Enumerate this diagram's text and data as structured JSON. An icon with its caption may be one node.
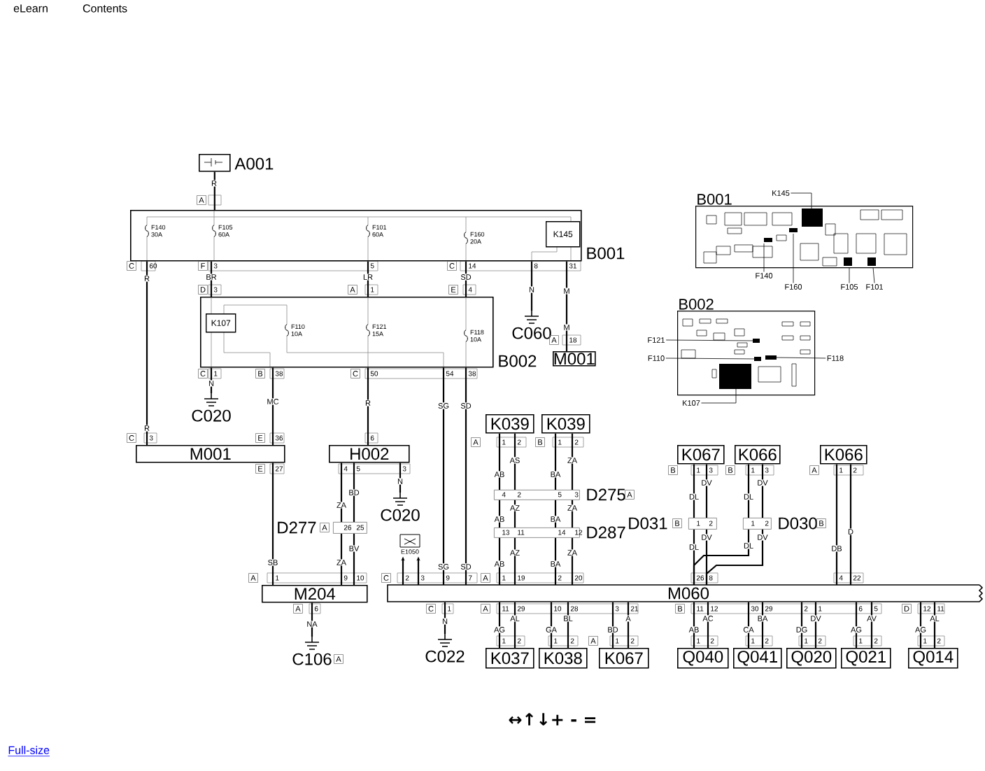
{
  "diagram": {
    "nodes": [
      {
        "text": [
          "A001"
        ]
      },
      {
        "text": [
          "B001"
        ]
      },
      {
        "text": [
          "F140 30A"
        ],
        "in": 1
      },
      {
        "text": [
          "F105 60A"
        ],
        "in": 1
      },
      {
        "text": [
          "F101 60A"
        ],
        "in": 1
      },
      {
        "text": [
          "F160 20A"
        ],
        "in": 1
      },
      {
        "text": [
          "K145"
        ],
        "in": 1
      },
      {
        "text": [
          "B002"
        ]
      },
      {
        "text": [
          "K107"
        ],
        "in": 7
      },
      {
        "text": [
          "F110 10A"
        ],
        "in": 7
      },
      {
        "text": [
          "F121 15A"
        ],
        "in": 7
      },
      {
        "text": [
          "F118 10A"
        ],
        "in": 7
      },
      {
        "text": [
          "C060"
        ]
      },
      {
        "text": [
          "M001"
        ]
      },
      {
        "text": [
          "C020"
        ]
      },
      {
        "text": [
          "M001"
        ]
      },
      {
        "text": [
          "H002"
        ]
      },
      {
        "text": [
          "C020"
        ]
      },
      {
        "text": [
          "D277"
        ]
      },
      {
        "text": [
          "M204"
        ]
      },
      {
        "text": [
          "C106"
        ]
      },
      {
        "text": [
          "E1050"
        ]
      },
      {
        "text": [
          "M060"
        ]
      },
      {
        "text": [
          "C022"
        ]
      },
      {
        "text": [
          "K039"
        ]
      },
      {
        "text": [
          "K039"
        ]
      },
      {
        "text": [
          "D275"
        ]
      },
      {
        "text": [
          "D287"
        ]
      },
      {
        "text": [
          "K067"
        ]
      },
      {
        "text": [
          "K066"
        ]
      },
      {
        "text": [
          "K066"
        ]
      },
      {
        "text": [
          "D031"
        ]
      },
      {
        "text": [
          "D030"
        ]
      },
      {
        "text": [
          "K037"
        ]
      },
      {
        "text": [
          "K038"
        ]
      },
      {
        "text": [
          "K067"
        ]
      },
      {
        "text": [
          "Q040"
        ]
      },
      {
        "text": [
          "Q041"
        ]
      },
      {
        "text": [
          "Q020"
        ]
      },
      {
        "text": [
          "Q021"
        ]
      },
      {
        "text": [
          "Q014"
        ]
      },
      {
        "text": [
          "B001"
        ]
      },
      {
        "text": [
          "B002"
        ]
      },
      {
        "text": [
          "K145"
        ]
      },
      {
        "text": [
          "F140"
        ]
      },
      {
        "text": [
          "F160"
        ]
      },
      {
        "text": [
          "F105"
        ]
      },
      {
        "text": [
          "F101"
        ]
      },
      {
        "text": [
          "F121"
        ]
      },
      {
        "text": [
          "F110"
        ]
      },
      {
        "text": [
          "F118"
        ]
      },
      {
        "text": [
          "K107"
        ]
      }
    ],
    "edges": [
      {
        "from": 0,
        "to": 1,
        "arrow": "none",
        "label": "R"
      },
      {
        "from": 1,
        "to": 15,
        "arrow": "none",
        "label": "R"
      },
      {
        "from": 1,
        "to": 7,
        "arrow": "none",
        "label": "BR"
      },
      {
        "from": 1,
        "to": 7,
        "arrow": "none",
        "label": "LR"
      },
      {
        "from": 1,
        "to": 7,
        "arrow": "none",
        "label": "SD"
      },
      {
        "from": 1,
        "to": 12,
        "arrow": "none",
        "label": "N"
      },
      {
        "from": 1,
        "to": 13,
        "arrow": "none",
        "label": "M"
      },
      {
        "from": 7,
        "to": 14,
        "arrow": "none",
        "label": "N"
      },
      {
        "from": 7,
        "to": 15,
        "arrow": "none",
        "label": "MC"
      },
      {
        "from": 7,
        "to": 16,
        "arrow": "none",
        "label": "R"
      },
      {
        "from": 7,
        "to": 22,
        "arrow": "none",
        "label": "SG"
      },
      {
        "from": 7,
        "to": 22,
        "arrow": "none",
        "label": "SD"
      },
      {
        "from": 15,
        "to": 19,
        "arrow": "none",
        "label": "SB"
      },
      {
        "from": 16,
        "to": 18,
        "arrow": "none",
        "label": "ZA"
      },
      {
        "from": 16,
        "to": 18,
        "arrow": "none",
        "label": "BD"
      },
      {
        "from": 18,
        "to": 19,
        "arrow": "none",
        "label": "ZA"
      },
      {
        "from": 18,
        "to": 19,
        "arrow": "none",
        "label": "BV"
      },
      {
        "from": 16,
        "to": 17,
        "arrow": "none",
        "label": "N"
      },
      {
        "from": 19,
        "to": 20,
        "arrow": "none",
        "label": "NA"
      },
      {
        "from": 22,
        "to": 21,
        "arrow": "to"
      },
      {
        "from": 22,
        "to": 21,
        "arrow": "to"
      },
      {
        "from": 22,
        "to": 23,
        "arrow": "none",
        "label": "N"
      },
      {
        "from": 24,
        "to": 26,
        "arrow": "none",
        "label": "AB"
      },
      {
        "from": 24,
        "to": 26,
        "arrow": "none",
        "label": "AS"
      },
      {
        "from": 25,
        "to": 26,
        "arrow": "none",
        "label": "BA"
      },
      {
        "from": 25,
        "to": 26,
        "arrow": "none",
        "label": "ZA"
      },
      {
        "from": 26,
        "to": 27,
        "arrow": "none",
        "label": "AB"
      },
      {
        "from": 26,
        "to": 27,
        "arrow": "none",
        "label": "AZ"
      },
      {
        "from": 26,
        "to": 27,
        "arrow": "none",
        "label": "BA"
      },
      {
        "from": 26,
        "to": 27,
        "arrow": "none",
        "label": "ZA"
      },
      {
        "from": 27,
        "to": 22,
        "arrow": "none",
        "label": "AB"
      },
      {
        "from": 27,
        "to": 22,
        "arrow": "none",
        "label": "AZ"
      },
      {
        "from": 27,
        "to": 22,
        "arrow": "none",
        "label": "BA"
      },
      {
        "from": 27,
        "to": 22,
        "arrow": "none",
        "label": "ZA"
      },
      {
        "from": 28,
        "to": 31,
        "arrow": "none",
        "label": "DL"
      },
      {
        "from": 28,
        "to": 31,
        "arrow": "none",
        "label": "DV"
      },
      {
        "from": 29,
        "to": 32,
        "arrow": "none",
        "label": "DL"
      },
      {
        "from": 29,
        "to": 32,
        "arrow": "none",
        "label": "DV"
      },
      {
        "from": 31,
        "to": 22,
        "arrow": "none",
        "label": "DL"
      },
      {
        "from": 31,
        "to": 22,
        "arrow": "none",
        "label": "DV"
      },
      {
        "from": 32,
        "to": 22,
        "arrow": "none",
        "label": "DL"
      },
      {
        "from": 32,
        "to": 22,
        "arrow": "none",
        "label": "DV"
      },
      {
        "from": 30,
        "to": 22,
        "arrow": "none",
        "label": "DB"
      },
      {
        "from": 30,
        "to": 22,
        "arrow": "none",
        "label": "D"
      },
      {
        "from": 22,
        "to": 33,
        "arrow": "none",
        "label": "AG"
      },
      {
        "from": 22,
        "to": 33,
        "arrow": "none",
        "label": "AL"
      },
      {
        "from": 22,
        "to": 34,
        "arrow": "none",
        "label": "GA"
      },
      {
        "from": 22,
        "to": 34,
        "arrow": "none",
        "label": "BL"
      },
      {
        "from": 22,
        "to": 35,
        "arrow": "none",
        "label": "BD"
      },
      {
        "from": 22,
        "to": 35,
        "arrow": "none",
        "label": "A"
      },
      {
        "from": 22,
        "to": 36,
        "arrow": "none",
        "label": "AB"
      },
      {
        "from": 22,
        "to": 36,
        "arrow": "none",
        "label": "AC"
      },
      {
        "from": 22,
        "to": 37,
        "arrow": "none",
        "label": "CA"
      },
      {
        "from": 22,
        "to": 37,
        "arrow": "none",
        "label": "BA"
      },
      {
        "from": 22,
        "to": 38,
        "arrow": "none",
        "label": "DG"
      },
      {
        "from": 22,
        "to": 38,
        "arrow": "none",
        "label": "DV"
      },
      {
        "from": 22,
        "to": 39,
        "arrow": "none",
        "label": "AG"
      },
      {
        "from": 22,
        "to": 39,
        "arrow": "none",
        "label": "AV"
      },
      {
        "from": 22,
        "to": 40,
        "arrow": "none",
        "label": "AG"
      },
      {
        "from": 22,
        "to": 40,
        "arrow": "none",
        "label": "AL"
      },
      {
        "from": 43,
        "to": 41,
        "arrow": "none"
      },
      {
        "from": 44,
        "to": 41,
        "arrow": "none"
      },
      {
        "from": 45,
        "to": 41,
        "arrow": "none"
      },
      {
        "from": 46,
        "to": 41,
        "arrow": "none"
      },
      {
        "from": 47,
        "to": 41,
        "arrow": "none"
      },
      {
        "from": 48,
        "to": 42,
        "arrow": "none"
      },
      {
        "from": 49,
        "to": 42,
        "arrow": "none"
      },
      {
        "from": 50,
        "to": 42,
        "arrow": "none"
      },
      {
        "from": 51,
        "to": 42,
        "arrow": "none"
      }
    ],
    "labels": [
      "eLearn",
      "Contents",
      "A",
      "C",
      "60",
      "F",
      "3",
      "5",
      "C",
      "14",
      "8",
      "31",
      "D",
      "3",
      "A",
      "1",
      "E",
      "4",
      "M",
      "A",
      "18",
      "C",
      "1",
      "B",
      "38",
      "C",
      "50",
      "54",
      "38",
      "R",
      "C",
      "3",
      "E",
      "36",
      "6",
      "A",
      "1",
      "2",
      "B",
      "1",
      "2",
      "E",
      "27",
      "4",
      "5",
      "3",
      "B",
      "1",
      "3",
      "B",
      "1",
      "3",
      "A",
      "1",
      "2",
      "4",
      "2",
      "5",
      "3",
      "A",
      "B",
      "1",
      "2",
      "1",
      "2",
      "B",
      "A",
      "26",
      "25",
      "13",
      "11",
      "14",
      "12",
      "SG",
      "SD",
      "A",
      "1",
      "9",
      "10",
      "C",
      "2",
      "3",
      "9",
      "7",
      "A",
      "1",
      "19",
      "2",
      "20",
      "26",
      "8",
      "4",
      "22",
      "A",
      "6",
      "C",
      "1",
      "A",
      "11",
      "29",
      "10",
      "28",
      "3",
      "21",
      "B",
      "11",
      "12",
      "30",
      "29",
      "2",
      "1",
      "6",
      "5",
      "D",
      "12",
      "11",
      "1",
      "2",
      "1",
      "2",
      "A",
      "1",
      "2",
      "1",
      "2",
      "1",
      "2",
      "1",
      "2",
      "1",
      "2",
      "1",
      "2",
      "A",
      "↔↑↓+ - =",
      "Full-size"
    ]
  }
}
